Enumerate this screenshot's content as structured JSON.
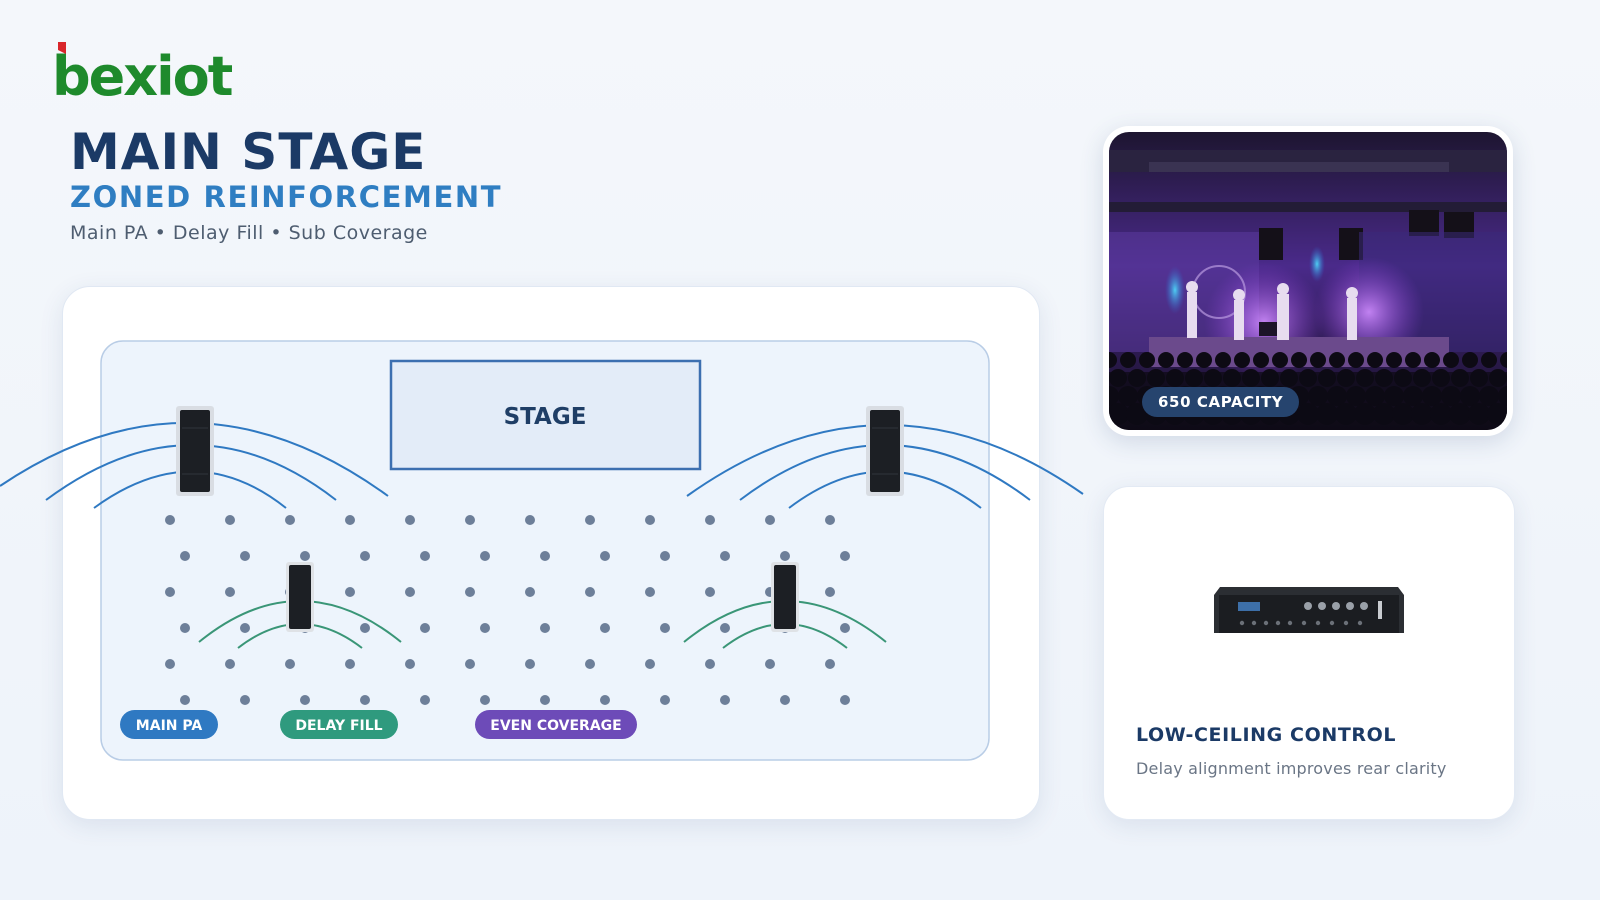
{
  "brand": {
    "logo_text": "bexiot"
  },
  "header": {
    "title": "MAIN STAGE",
    "subtitle": "ZONED REINFORCEMENT",
    "tagline": "Main PA • Delay Fill • Sub Coverage"
  },
  "diagram": {
    "stage_label": "STAGE",
    "legend": [
      {
        "label": "MAIN PA",
        "color": "#2f79c2"
      },
      {
        "label": "DELAY FILL",
        "color": "#2f9a7e"
      },
      {
        "label": "EVEN COVERAGE",
        "color": "#6d4bb8"
      }
    ],
    "colors": {
      "main_wave": "#2f79c2",
      "delay_wave": "#3a9677",
      "audience_dot": "#6d7f99",
      "stage_fill": "#e3ecf8",
      "stage_border": "#3c6fb0",
      "room_fill": "#edf4fc"
    }
  },
  "photo": {
    "badge": "650 CAPACITY",
    "image_name": "live-concert-venue-photo"
  },
  "product": {
    "title": "LOW-CEILING CONTROL",
    "description": "Delay alignment improves rear clarity",
    "image_name": "rack-amplifier-mixer-icon"
  }
}
